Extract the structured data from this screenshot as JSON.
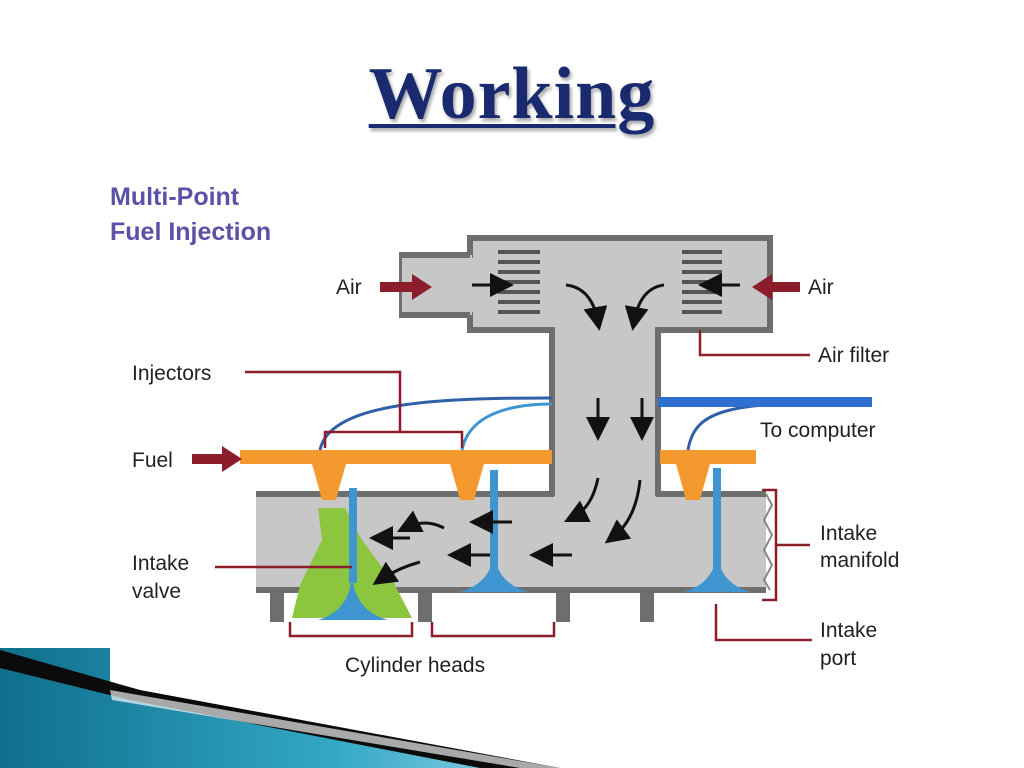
{
  "slide": {
    "title": "Working"
  },
  "diagram": {
    "heading_line1": "Multi-Point",
    "heading_line2": "Fuel Injection",
    "labels": {
      "air_left": "Air",
      "air_right": "Air",
      "air_filter": "Air filter",
      "injectors": "Injectors",
      "fuel": "Fuel",
      "to_computer": "To computer",
      "intake_valve_line1": "Intake",
      "intake_valve_line2": "valve",
      "intake_manifold_line1": "Intake",
      "intake_manifold_line2": "manifold",
      "intake_port_line1": "Intake",
      "intake_port_line2": "port",
      "cylinder_heads": "Cylinder heads"
    }
  },
  "colors": {
    "title": "#1a2a6e",
    "heading": "#5b52a8",
    "manifold": "#c7c7c7",
    "manifold_edge": "#6e6e6e",
    "fuel": "#f4992e",
    "valve": "#3f95cf",
    "wire": "#2e5fa8",
    "spray": "#8cc63f",
    "leader": "#8c1d2b",
    "accent_teal": "#1b8fa8"
  }
}
